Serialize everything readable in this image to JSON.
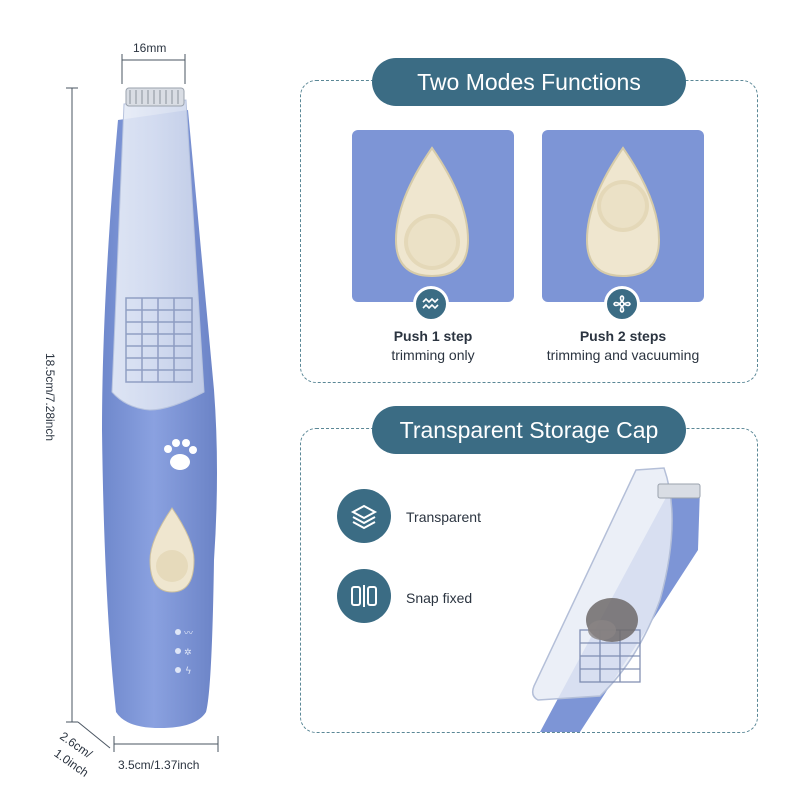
{
  "dimensions": {
    "blade_width": "16mm",
    "height": "18.5cm/7.28inch",
    "width": "3.5cm/1.37inch",
    "depth_line1": "2.6cm/",
    "depth_line2": "1.0inch"
  },
  "modes_panel": {
    "title": "Two Modes Functions",
    "modes": [
      {
        "title": "Push 1 step",
        "description": "trimming only",
        "icon": "wave-icon"
      },
      {
        "title": "Push 2 steps",
        "description": "trimming and vacuuming",
        "icon": "fan-icon"
      }
    ]
  },
  "cap_panel": {
    "title": "Transparent Storage Cap",
    "features": [
      {
        "label": "Transparent",
        "icon": "layers-icon"
      },
      {
        "label": "Snap fixed",
        "icon": "snap-icon"
      }
    ]
  },
  "colors": {
    "accent": "#3b6c84",
    "device_blue": "#7d95d6",
    "button_cream": "#efe6cf"
  }
}
